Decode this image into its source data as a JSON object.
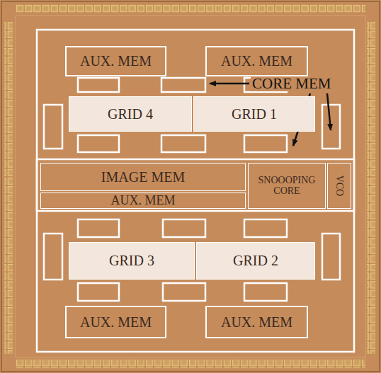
{
  "diagram": {
    "nodes": [
      {
        "text": [
          "AUX. MEM"
        ]
      },
      {
        "text": [
          "AUX. MEM"
        ]
      },
      {
        "text": [
          "GRID 4"
        ]
      },
      {
        "text": [
          "GRID 1"
        ]
      },
      {
        "text": [
          "IMAGE MEM"
        ]
      },
      {
        "text": [
          "SNOOOPING CORE"
        ]
      },
      {
        "text": [
          "VCO"
        ]
      },
      {
        "text": [
          "AUX. MEM"
        ]
      },
      {
        "text": [
          "GRID 3"
        ]
      },
      {
        "text": [
          "GRID 2"
        ]
      },
      {
        "text": [
          "AUX. MEM"
        ]
      },
      {
        "text": [
          "AUX. MEM"
        ]
      }
    ],
    "labels": [
      "CORE MEM"
    ]
  }
}
